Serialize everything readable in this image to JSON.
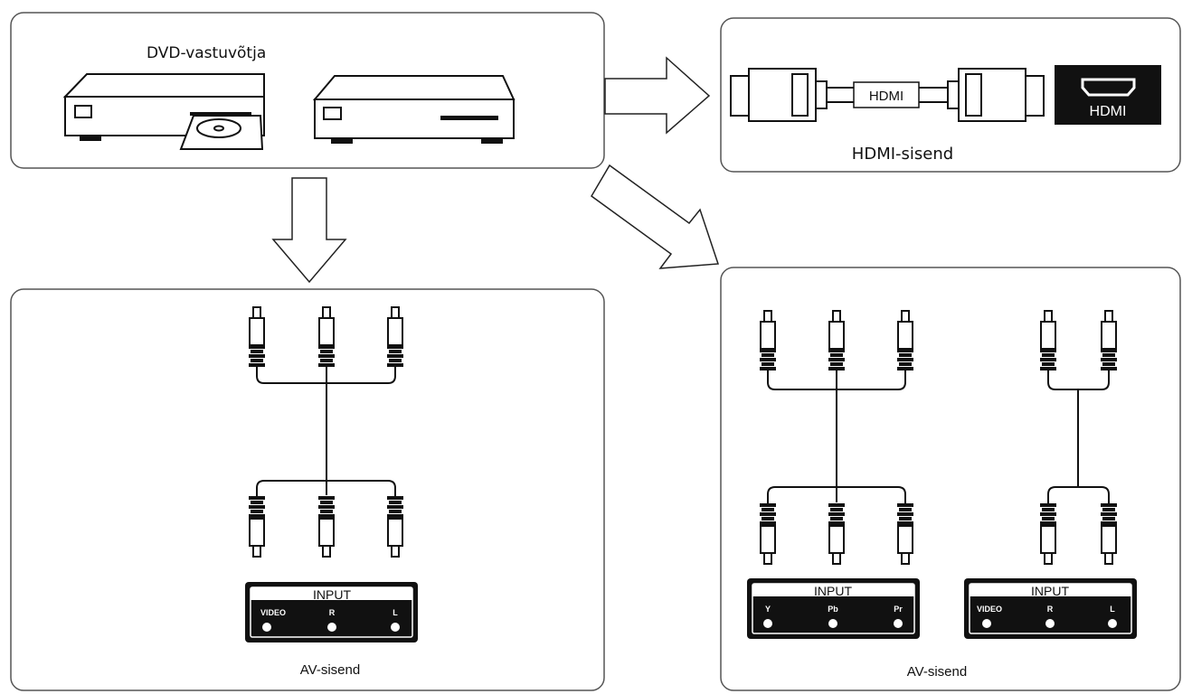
{
  "source": {
    "label": "DVD-vastuvõtja"
  },
  "hdmi_panel": {
    "cable_label": "HDMI",
    "port_label": "HDMI",
    "caption": "HDMI-sisend"
  },
  "av_left": {
    "input_title": "INPUT",
    "jacks": [
      "VIDEO",
      "R",
      "L"
    ],
    "caption": "AV-sisend"
  },
  "av_right": {
    "component_input": {
      "input_title": "INPUT",
      "jacks": [
        "Y",
        "Pb",
        "Pr"
      ]
    },
    "audio_input": {
      "input_title": "INPUT",
      "jacks": [
        "VIDEO",
        "R",
        "L"
      ]
    },
    "caption": "AV-sisend"
  },
  "colors": {
    "ink": "#111111",
    "panel_border": "#555555",
    "input_block": "#111111"
  }
}
